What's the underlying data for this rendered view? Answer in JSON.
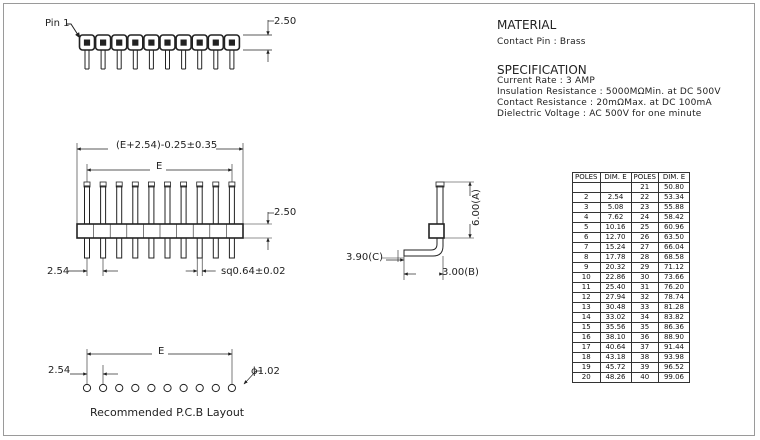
{
  "material": {
    "heading": "MATERIAL",
    "contact_pin": "Contact Pin : Brass"
  },
  "specification": {
    "heading": "SPECIFICATION",
    "lines": [
      "Current Rate : 3 AMP",
      "Insulation Resistance : 5000MΩMin. at DC 500V",
      "Contact Resistance : 20mΩMax. at DC 100mA",
      "Dielectric Voltage : AC 500V for one minute"
    ]
  },
  "top_view": {
    "pin1_label": "Pin 1",
    "pitch_label": "2.50"
  },
  "front_view": {
    "overall_label": "(E+2.54)-0.25±0.35",
    "e_label": "E",
    "height_label": "2.50",
    "pitch_label": "2.54",
    "pin_size_label": "sq0.64±0.02"
  },
  "side_view": {
    "height_label": "6.00(A)",
    "tail_label": "3.90(C)",
    "offset_label": "3.00(B)"
  },
  "pcb_layout": {
    "pitch_label": "2.54",
    "e_label": "E",
    "hole_label": "ϕ1.02",
    "caption": "Recommended P.C.B Layout",
    "hole_count": 10
  },
  "pin_count": 10,
  "poles_table": {
    "headers": [
      "POLES",
      "DIM. E",
      "POLES",
      "DIM. E"
    ],
    "rows": [
      [
        "",
        "",
        "21",
        "50.80"
      ],
      [
        "2",
        "2.54",
        "22",
        "53.34"
      ],
      [
        "3",
        "5.08",
        "23",
        "55.88"
      ],
      [
        "4",
        "7.62",
        "24",
        "58.42"
      ],
      [
        "5",
        "10.16",
        "25",
        "60.96"
      ],
      [
        "6",
        "12.70",
        "26",
        "63.50"
      ],
      [
        "7",
        "15.24",
        "27",
        "66.04"
      ],
      [
        "8",
        "17.78",
        "28",
        "68.58"
      ],
      [
        "9",
        "20.32",
        "29",
        "71.12"
      ],
      [
        "10",
        "22.86",
        "30",
        "73.66"
      ],
      [
        "11",
        "25.40",
        "31",
        "76.20"
      ],
      [
        "12",
        "27.94",
        "32",
        "78.74"
      ],
      [
        "13",
        "30.48",
        "33",
        "81.28"
      ],
      [
        "14",
        "33.02",
        "34",
        "83.82"
      ],
      [
        "15",
        "35.56",
        "35",
        "86.36"
      ],
      [
        "16",
        "38.10",
        "36",
        "88.90"
      ],
      [
        "17",
        "40.64",
        "37",
        "91.44"
      ],
      [
        "18",
        "43.18",
        "38",
        "93.98"
      ],
      [
        "19",
        "45.72",
        "39",
        "96.52"
      ],
      [
        "20",
        "48.26",
        "40",
        "99.06"
      ]
    ]
  }
}
